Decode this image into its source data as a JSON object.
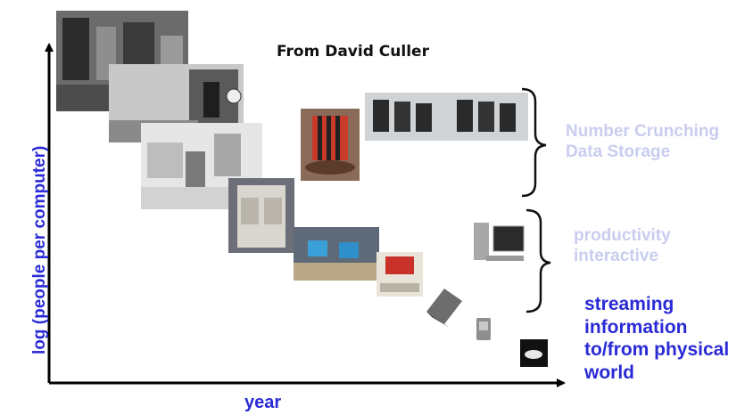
{
  "credit": "From David Culler",
  "axes": {
    "y_label": "log (people per computer)",
    "x_label": "year"
  },
  "categories": [
    {
      "lines": [
        "Number Crunching",
        "Data Storage"
      ],
      "emphasis": "faint",
      "color": "#c9cdee"
    },
    {
      "lines": [
        "productivity",
        "interactive"
      ],
      "emphasis": "faint",
      "color": "#c9cdee"
    },
    {
      "lines": [
        "streaming",
        "information",
        "to/from physical",
        "world"
      ],
      "emphasis": "strong",
      "color": "#2a2ad6"
    }
  ],
  "photos": [
    "mainframe-room-photo",
    "mainframe-operator-photo",
    "minicomputer-room-photo",
    "supercomputer-cray-photo",
    "supercomputer-cluster-photo",
    "workstation-cabinet-photo",
    "workstation-desks-photo",
    "personal-computer-photo",
    "laptop-photo",
    "desktop-pc-photo",
    "pda-photo",
    "sensor-mote-photo"
  ],
  "colors": {
    "axis": "#000000",
    "label_blue": "#2a2ad6",
    "faint_blue": "#c9cdee"
  }
}
